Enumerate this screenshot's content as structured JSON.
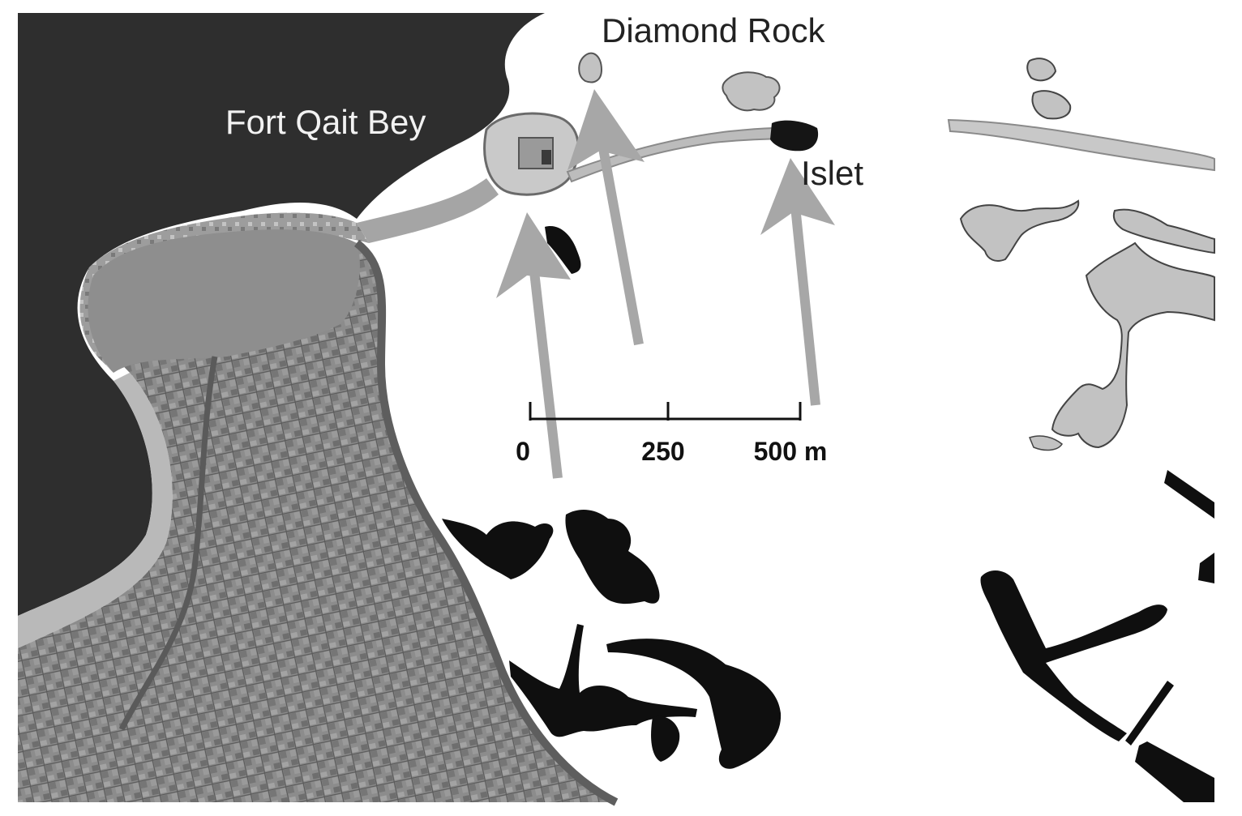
{
  "labels": {
    "diamond_rock": "Diamond Rock",
    "fort_qait_bey": "Fort Qait Bey",
    "islet": "Islet"
  },
  "scale_bar": {
    "tick_0": "0",
    "tick_250": "250",
    "tick_500": "500 m"
  },
  "colors": {
    "sea": "#2e2e2e",
    "city": "#8a8a8a",
    "coast_land": "#b9b9b9",
    "arrow": "#a7a7a7",
    "submerged_black": "#0f0f0f",
    "submerged_grey": "#c2c2c2"
  }
}
